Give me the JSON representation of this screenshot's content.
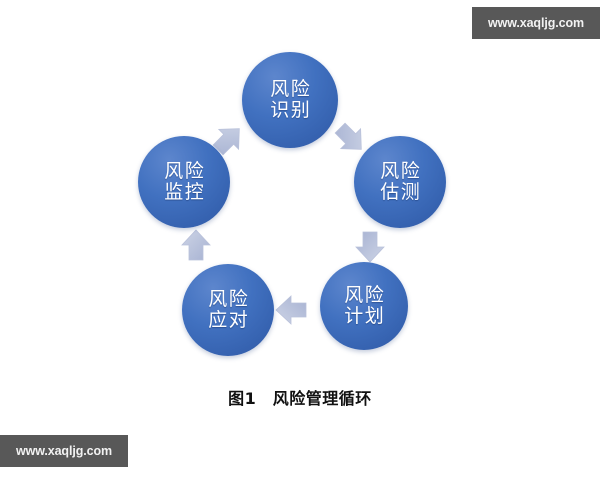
{
  "figure": {
    "caption": "图1　风险管理循环",
    "background_color": "#ffffff",
    "node_color": "#4171c0",
    "arrow_color": "#b6bfdb"
  },
  "nodes": [
    {
      "id": "identify",
      "line1": "风险",
      "line2": "识别",
      "label": "风险识别",
      "position": "top"
    },
    {
      "id": "estimate",
      "line1": "风险",
      "line2": "估测",
      "label": "风险估测",
      "position": "right"
    },
    {
      "id": "plan",
      "line1": "风险",
      "line2": "计划",
      "label": "风险计划",
      "position": "bottom-right"
    },
    {
      "id": "respond",
      "line1": "风险",
      "line2": "应对",
      "label": "风险应对",
      "position": "bottom-left"
    },
    {
      "id": "monitor",
      "line1": "风险",
      "line2": "监控",
      "label": "风险监控",
      "position": "left"
    }
  ],
  "arrows": [
    {
      "id": "monitor-identify",
      "from": "风险监控",
      "to": "风险识别",
      "direction": "up-right"
    },
    {
      "id": "identify-estimate",
      "from": "风险识别",
      "to": "风险估测",
      "direction": "down-right"
    },
    {
      "id": "estimate-plan",
      "from": "风险估测",
      "to": "风险计划",
      "direction": "down"
    },
    {
      "id": "plan-respond",
      "from": "风险计划",
      "to": "风险应对",
      "direction": "left"
    },
    {
      "id": "respond-monitor",
      "from": "风险应对",
      "to": "风险监控",
      "direction": "up"
    }
  ],
  "watermarks": {
    "top_right": "www.xaqljg.com",
    "bottom_left": "www.xaqljg.com"
  }
}
